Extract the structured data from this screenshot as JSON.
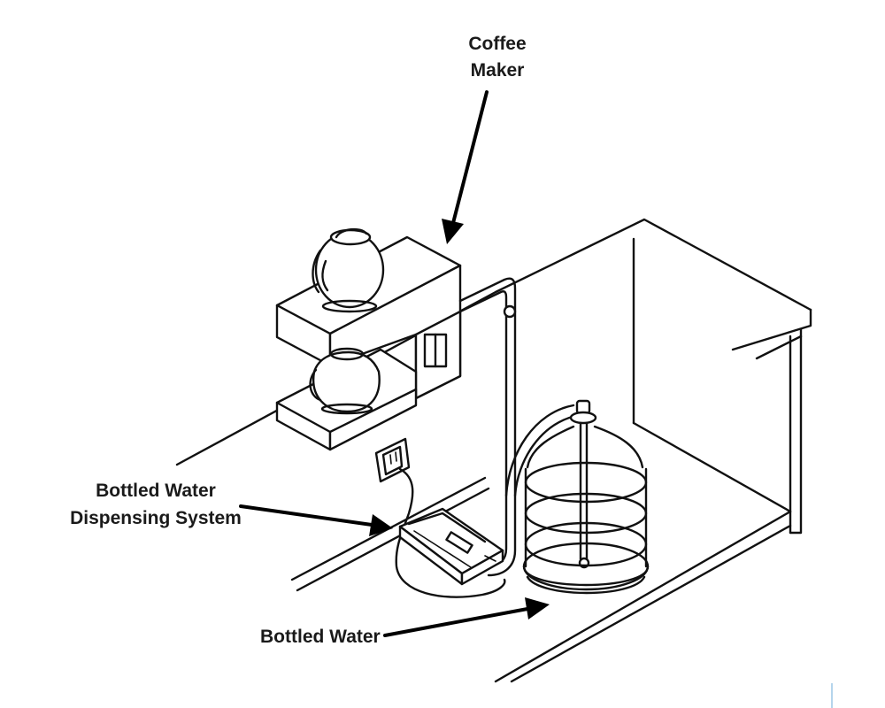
{
  "labels": {
    "coffee_maker": [
      "Coffee",
      "Maker"
    ],
    "dispensing_system": [
      "Bottled Water",
      "Dispensing System"
    ],
    "bottled_water": "Bottled Water"
  },
  "colors": {
    "ink": "#111111",
    "background": "#ffffff",
    "edge_accent": "#9cc7e6"
  }
}
